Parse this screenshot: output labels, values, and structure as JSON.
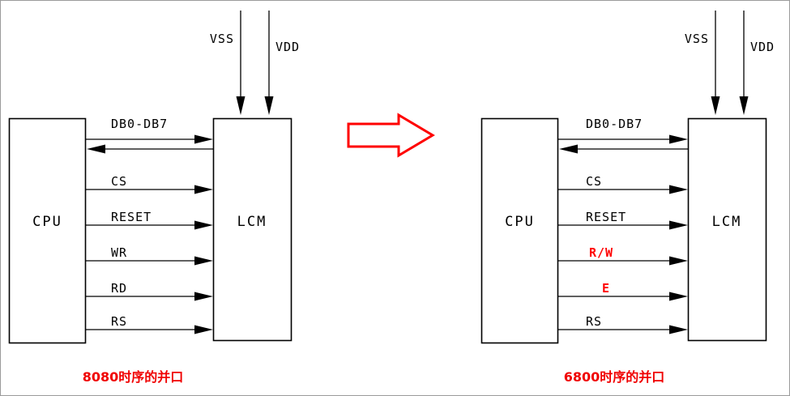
{
  "colors": {
    "wire": "#000000",
    "signal_default": "#000000",
    "signal_highlight": "#ff0000",
    "caption": "#f00000",
    "transition_arrow": "#ff0000",
    "page_border": "#9b9b9b"
  },
  "diagrams": [
    {
      "side": "left",
      "cpu_label": "CPU",
      "lcm_label": "LCM",
      "power": {
        "vss": "VSS",
        "vdd": "VDD"
      },
      "signals": [
        {
          "label": "DB0-DB7",
          "direction": "bidirectional",
          "color": "#000000"
        },
        {
          "label": "CS",
          "direction": "cpu-to-lcm",
          "color": "#000000"
        },
        {
          "label": "RESET",
          "direction": "cpu-to-lcm",
          "color": "#000000"
        },
        {
          "label": "WR",
          "direction": "cpu-to-lcm",
          "color": "#000000"
        },
        {
          "label": "RD",
          "direction": "cpu-to-lcm",
          "color": "#000000"
        },
        {
          "label": "RS",
          "direction": "cpu-to-lcm",
          "color": "#000000"
        }
      ],
      "caption": "8080时序的并口"
    },
    {
      "side": "right",
      "cpu_label": "CPU",
      "lcm_label": "LCM",
      "power": {
        "vss": "VSS",
        "vdd": "VDD"
      },
      "signals": [
        {
          "label": "DB0-DB7",
          "direction": "bidirectional",
          "color": "#000000"
        },
        {
          "label": "CS",
          "direction": "cpu-to-lcm",
          "color": "#000000"
        },
        {
          "label": "RESET",
          "direction": "cpu-to-lcm",
          "color": "#000000"
        },
        {
          "label": "R/W",
          "direction": "cpu-to-lcm",
          "color": "#ff0000"
        },
        {
          "label": "E",
          "direction": "cpu-to-lcm",
          "color": "#ff0000"
        },
        {
          "label": "RS",
          "direction": "cpu-to-lcm",
          "color": "#000000"
        }
      ],
      "caption": "6800时序的并口"
    }
  ]
}
